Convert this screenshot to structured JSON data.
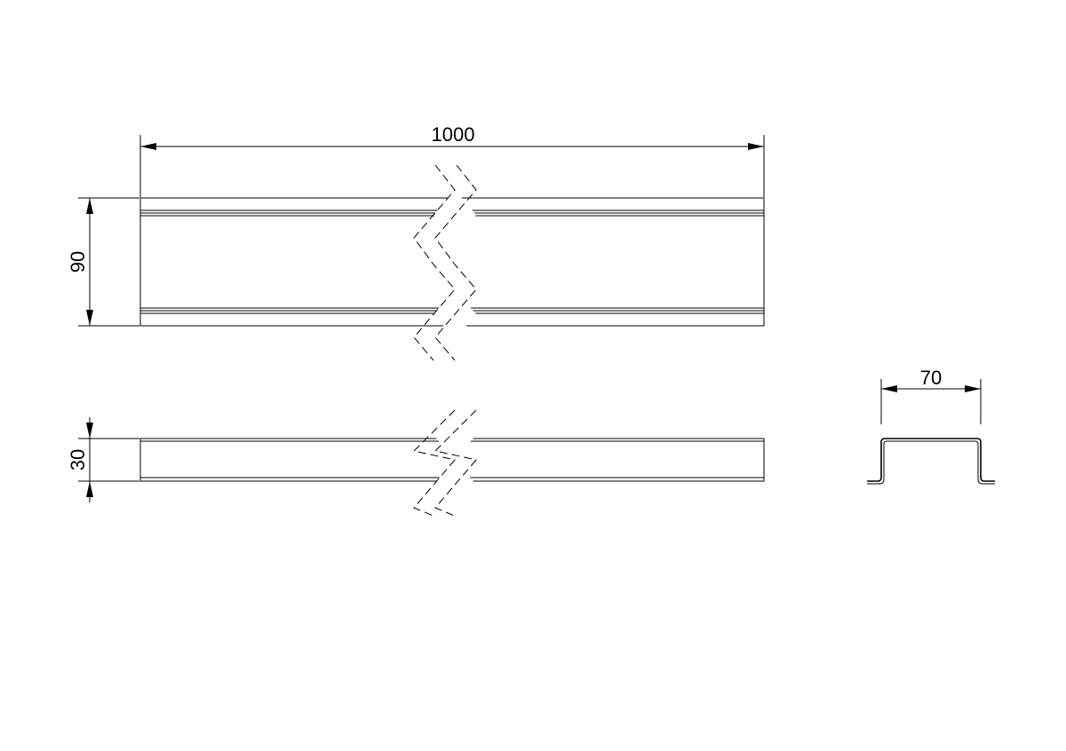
{
  "dimensions": {
    "length": "1000",
    "height": "90",
    "depth": "30",
    "profile_width": "70"
  },
  "colors": {
    "line": "#000000",
    "background": "#ffffff"
  }
}
